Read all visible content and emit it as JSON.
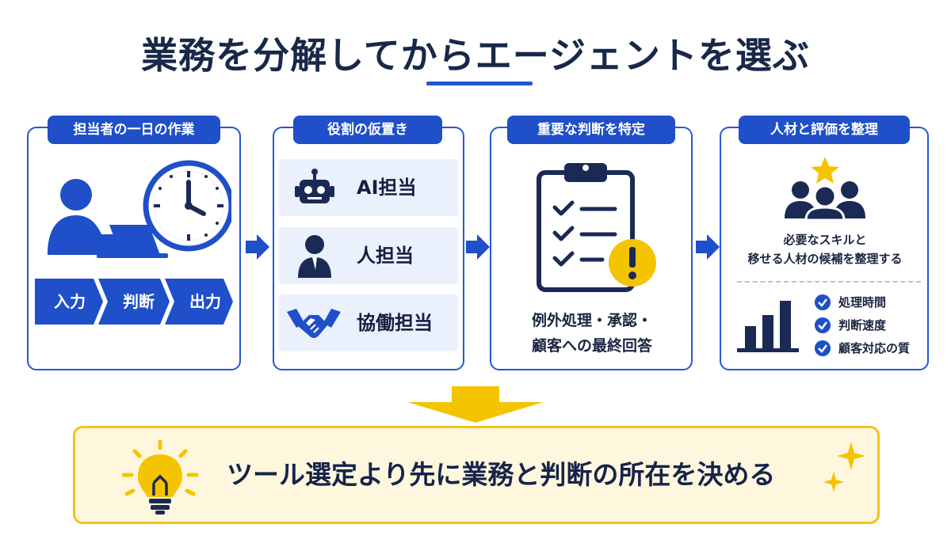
{
  "title": "業務を分解してからエージェントを選ぶ",
  "colors": {
    "primary": "#1f4fc9",
    "navy": "#1a2a55",
    "yellow": "#f5c400",
    "light": "#eaf0fc"
  },
  "cards": [
    {
      "label": "担当者の一日の作業",
      "steps": [
        "入力",
        "判断",
        "出力"
      ]
    },
    {
      "label": "役割の仮置き",
      "roles": [
        {
          "label": "AI担当",
          "icon": "robot-icon"
        },
        {
          "label": "人担当",
          "icon": "person-icon"
        },
        {
          "label": "協働担当",
          "icon": "handshake-icon"
        }
      ]
    },
    {
      "label": "重要な判断を特定",
      "text_lines": [
        "例外処理・承認・",
        "顧客への最終回答"
      ]
    },
    {
      "label": "人材と評価を整理",
      "text_lines": [
        "必要なスキルと",
        "移せる人材の候補を整理する"
      ],
      "checks": [
        "処理時間",
        "判断速度",
        "顧客対応の質"
      ]
    }
  ],
  "conclusion": "ツール選定より先に業務と判断の所在を決める"
}
